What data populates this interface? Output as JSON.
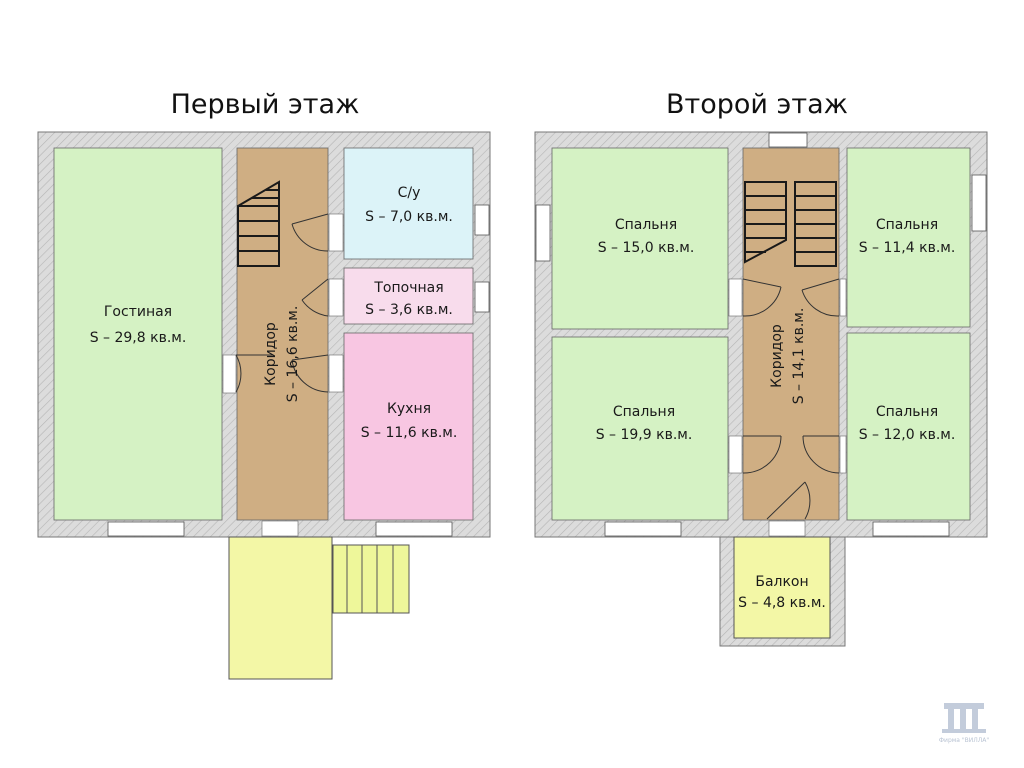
{
  "plans": {
    "first_floor": {
      "title": "Первый этаж",
      "rooms": {
        "living": {
          "name": "Гостиная",
          "area": "S – 29,8 кв.м."
        },
        "corridor": {
          "name": "Коридор",
          "area": "S – 16,6 кв.м."
        },
        "bathroom": {
          "name": "С/у",
          "area": "S – 7,0 кв.м."
        },
        "boiler": {
          "name": "Топочная",
          "area": "S – 3,6 кв.м."
        },
        "kitchen": {
          "name": "Кухня",
          "area": "S – 11,6 кв.м."
        }
      }
    },
    "second_floor": {
      "title": "Второй этаж",
      "rooms": {
        "bedroom_tl": {
          "name": "Спальня",
          "area": "S – 15,0 кв.м."
        },
        "bedroom_tr": {
          "name": "Спальня",
          "area": "S – 11,4 кв.м."
        },
        "bedroom_bl": {
          "name": "Спальня",
          "area": "S – 19,9 кв.м."
        },
        "bedroom_br": {
          "name": "Спальня",
          "area": "S – 12,0 кв.м."
        },
        "corridor": {
          "name": "Коридор",
          "area": "S – 14,1 кв.м."
        },
        "balcony": {
          "name": "Балкон",
          "area": "S – 4,8 кв.м."
        }
      }
    }
  },
  "watermark": {
    "text": "Фирма \"ВИЛЛА\""
  },
  "colors": {
    "wall": "#d4d4d4",
    "living": "#d5f2c4",
    "bedroom": "#d5f2c4",
    "corridor": "#cfae83",
    "bathroom": "#dcf3f8",
    "boiler": "#f8dcec",
    "kitchen": "#f8c6e2",
    "porch": "#f3f7a6",
    "stairs_outdoor": "#eef79a"
  }
}
